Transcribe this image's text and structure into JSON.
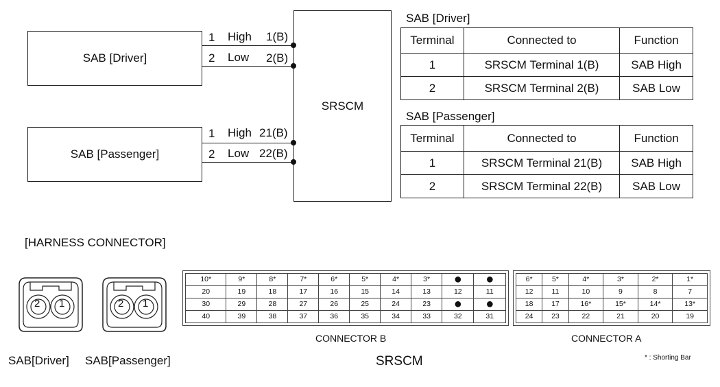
{
  "diagram": {
    "srscm_label": "SRSCM",
    "driver_block": {
      "label": "SAB [Driver]",
      "wires": [
        {
          "num": "1",
          "name": "High",
          "pin": "1(B)"
        },
        {
          "num": "2",
          "name": "Low",
          "pin": "2(B)"
        }
      ]
    },
    "passenger_block": {
      "label": "SAB [Passenger]",
      "wires": [
        {
          "num": "1",
          "name": "High",
          "pin": "21(B)"
        },
        {
          "num": "2",
          "name": "Low",
          "pin": "22(B)"
        }
      ]
    }
  },
  "tables": {
    "headers": [
      "Terminal",
      "Connected to",
      "Function"
    ],
    "driver": {
      "title": "SAB [Driver]",
      "rows": [
        [
          "1",
          "SRSCM Terminal 1(B)",
          "SAB High"
        ],
        [
          "2",
          "SRSCM Terminal 2(B)",
          "SAB Low"
        ]
      ]
    },
    "passenger": {
      "title": "SAB [Passenger]",
      "rows": [
        [
          "1",
          "SRSCM Terminal 21(B)",
          "SAB High"
        ],
        [
          "2",
          "SRSCM Terminal 22(B)",
          "SAB Low"
        ]
      ]
    }
  },
  "harness": {
    "title": "[HARNESS CONNECTOR]",
    "plug_pins": [
      "2",
      "1"
    ],
    "driver_caption": "SAB[Driver]",
    "passenger_caption": "SAB[Passenger]",
    "srscm_caption": "SRSCM",
    "note": "* : Shorting Bar",
    "connector_b": {
      "label": "CONNECTOR B",
      "rows": [
        [
          "10*",
          "9*",
          "8*",
          "7*",
          "6*",
          "5*",
          "4*",
          "3*",
          "●",
          "●"
        ],
        [
          "20",
          "19",
          "18",
          "17",
          "16",
          "15",
          "14",
          "13",
          "12",
          "11"
        ],
        [
          "30",
          "29",
          "28",
          "27",
          "26",
          "25",
          "24",
          "23",
          "●",
          "●"
        ],
        [
          "40",
          "39",
          "38",
          "37",
          "36",
          "35",
          "34",
          "33",
          "32",
          "31"
        ]
      ]
    },
    "connector_a": {
      "label": "CONNECTOR A",
      "rows": [
        [
          "6*",
          "5*",
          "4*",
          "3*",
          "2*",
          "1*"
        ],
        [
          "12",
          "11",
          "10",
          "9",
          "8",
          "7"
        ],
        [
          "18",
          "17",
          "16*",
          "15*",
          "14*",
          "13*"
        ],
        [
          "24",
          "23",
          "22",
          "21",
          "20",
          "19"
        ]
      ]
    }
  }
}
